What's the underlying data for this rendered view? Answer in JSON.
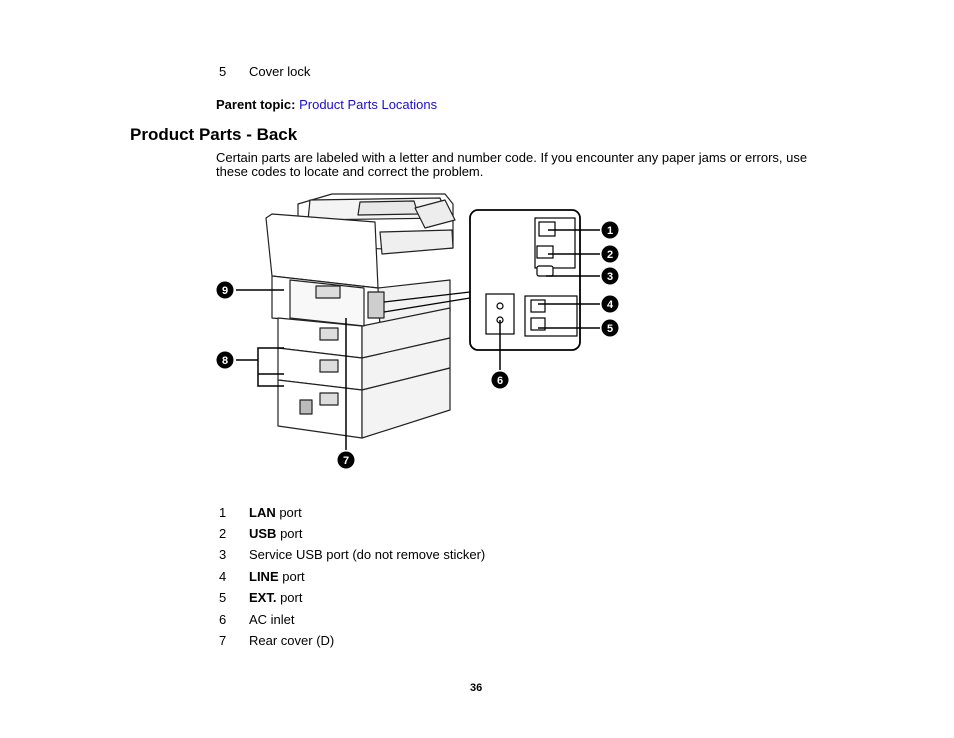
{
  "top_item": {
    "number": "5",
    "label": "Cover lock"
  },
  "parent_topic": {
    "label": "Parent topic:",
    "link_text": "Product Parts Locations"
  },
  "section_title": "Product Parts - Back",
  "intro": "Certain parts are labeled with a letter and number code. If you encounter any paper jams or errors, use these codes to locate and correct the problem.",
  "figure": {
    "callouts": [
      "1",
      "2",
      "3",
      "4",
      "5",
      "6",
      "7",
      "8",
      "9"
    ]
  },
  "items": [
    {
      "number": "1",
      "bold": "LAN",
      "rest": " port"
    },
    {
      "number": "2",
      "bold": "USB",
      "rest": " port"
    },
    {
      "number": "3",
      "bold": "",
      "rest": "Service USB port (do not remove sticker)"
    },
    {
      "number": "4",
      "bold": "LINE",
      "rest": " port"
    },
    {
      "number": "5",
      "bold": "EXT.",
      "rest": " port"
    },
    {
      "number": "6",
      "bold": "",
      "rest": "AC inlet"
    },
    {
      "number": "7",
      "bold": "",
      "rest": "Rear cover (D)"
    }
  ],
  "page_number": "36"
}
